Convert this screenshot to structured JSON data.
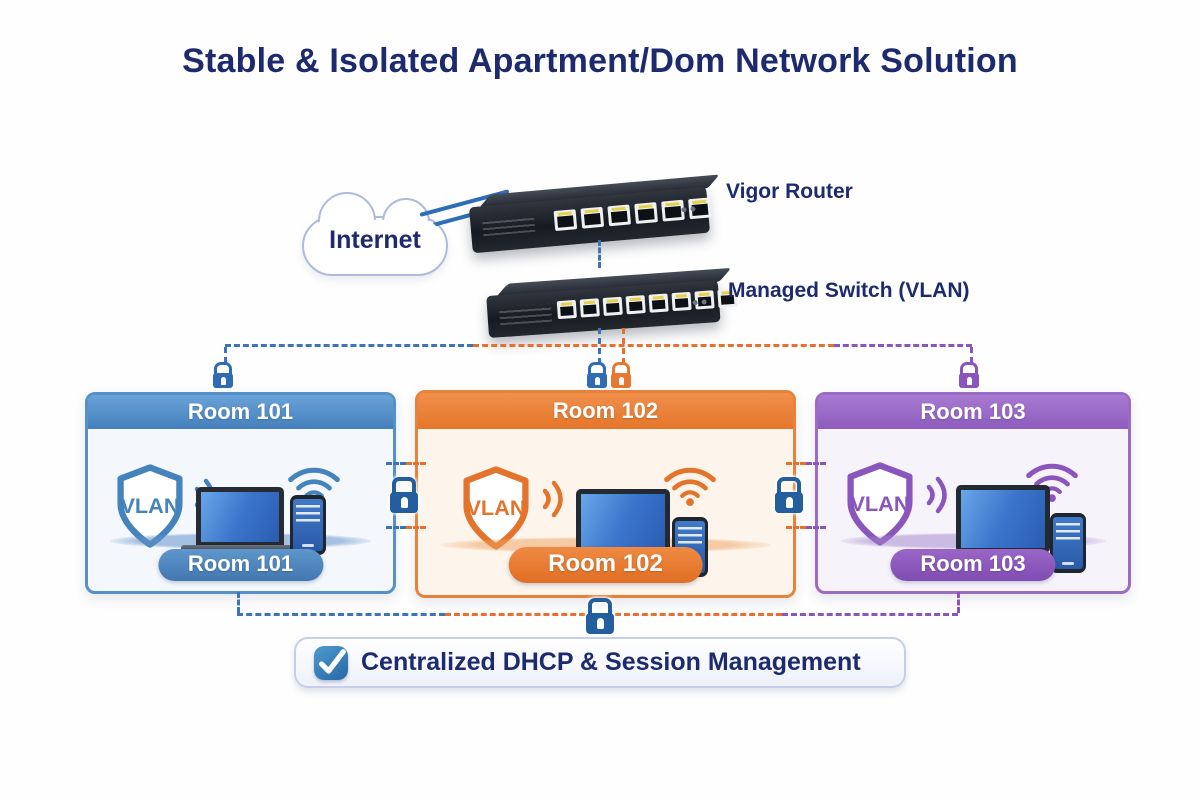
{
  "title": "Stable & Isolated Apartment/Dom Network Solution",
  "internet": {
    "label": "Internet"
  },
  "network": {
    "router_label": "Vigor Router",
    "switch_label": "Managed Switch (VLAN)",
    "router_ports": 6,
    "switch_ports": 8
  },
  "rooms": [
    {
      "name": "Room 101",
      "pill": "Room 101",
      "shield_label": "VLAN",
      "color": "#4a8bc8",
      "devices": [
        "laptop",
        "smartphone"
      ]
    },
    {
      "name": "Room 102",
      "pill": "Room 102",
      "shield_label": "VLAN",
      "color": "#ea7c33",
      "devices": [
        "desktop-monitor",
        "smartphone"
      ]
    },
    {
      "name": "Room 103",
      "pill": "Room 103",
      "shield_label": "VLAN",
      "color": "#9565c5",
      "devices": [
        "desktop-monitor",
        "smartphone"
      ]
    }
  ],
  "banner": {
    "label": "Centralized DHCP & Session Management"
  },
  "icons": {
    "cloud": "internet-cloud",
    "lock": "padlock",
    "wifi": "wifi-waves",
    "shield": "vlan-shield",
    "check": "checkmark"
  },
  "theme": {
    "navy": "#1d2a6e",
    "line-blue": "#2e6db8",
    "dash-blue": "#3b74b8",
    "dash-orange": "#e8702e",
    "dash-purple": "#8a55bd",
    "lock-blue": "#2f6cb4",
    "lock-steel": "#235e9e",
    "orange": "#e8772f",
    "purple": "#8a55bd",
    "cloud-border": "#aebbdb",
    "port-yellow": "#e6d24a",
    "banner-border": "#c7cfe8"
  }
}
